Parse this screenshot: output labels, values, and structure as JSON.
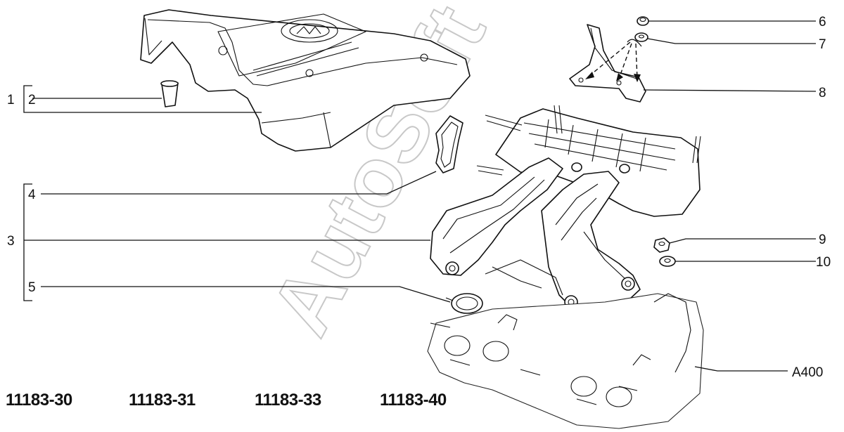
{
  "watermark": "AutoSoft",
  "callouts": {
    "c1": "1",
    "c2": "2",
    "c3": "3",
    "c4": "4",
    "c5": "5",
    "c6": "6",
    "c7": "7",
    "c8": "8",
    "c9": "9",
    "c10": "10",
    "a400": "A400"
  },
  "codes": [
    "11183-30",
    "11183-31",
    "11183-33",
    "11183-40"
  ],
  "colors": {
    "line": "#111111",
    "watermark": "#c8c8c8",
    "background": "#ffffff"
  }
}
